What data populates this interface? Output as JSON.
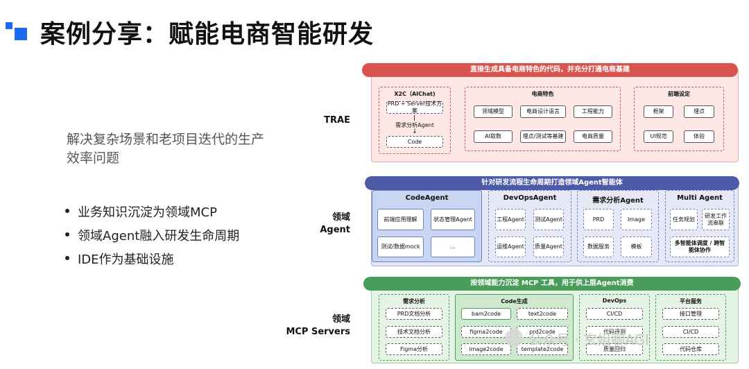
{
  "title": "案例分享：赋能电商智能研发",
  "intro": "解决复杂场景和老项目迭代的生产效率问题",
  "bullets": [
    "业务知识沉淀为领域MCP",
    "领域Agent融入研发生命周期",
    "IDE作为基础设施"
  ],
  "rows": {
    "trae": "TRAE",
    "agent_l1": "领域",
    "agent_l2": "Agent",
    "mcp_l1": "领域",
    "mcp_l2": "MCP Servers"
  },
  "trae_panel": {
    "banner": "直接生成具备电商特色的代码，并充分打通电商基建",
    "x2c": {
      "header": "X2C（AIChat)",
      "prd": "PRD + Server技术方案",
      "step": "需求分析Agent",
      "code": "Code"
    },
    "ec": {
      "header": "电商特色",
      "items": [
        "领域模型",
        "电商设计语言",
        "工程能力",
        "AI取数",
        "埋点/测试等基建",
        "电商质量"
      ]
    },
    "fe": {
      "header": "前端设定",
      "items": [
        "框架",
        "埋点",
        "UI规范",
        "体验"
      ]
    }
  },
  "agent_panel": {
    "banner": "针对研发流程生命周期打造领域Agent智能体",
    "groups": [
      {
        "header": "CodeAgent",
        "items": [
          "前端应用理解",
          "状态管理Agent",
          "测试/数据mock",
          "..."
        ]
      },
      {
        "header": "DevOpsAgent",
        "items": [
          "工程Agent",
          "测试Agent",
          "运维Agent",
          "质量Agent"
        ]
      },
      {
        "header": "需求分析Agent",
        "items": [
          "PRD",
          "Image",
          "数据服务",
          "模板"
        ]
      },
      {
        "header": "Multi Agent",
        "items": [
          "任务规划",
          "研发工作流串联",
          "多智能体调度 / 跨智能体协作"
        ]
      }
    ]
  },
  "mcp_panel": {
    "banner": "按领域能力沉淀 MCP 工具，用于供上层Agent消费",
    "req": {
      "header": "需求分析",
      "items": [
        "PRD文档分析",
        "技术文档分析",
        "Figma分析"
      ]
    },
    "code": {
      "header": "Code生成",
      "items": [
        "bam2code",
        "text2code",
        "figma2code",
        "prd2code",
        "image2code",
        "template2code"
      ]
    },
    "devops": {
      "header": "DevOps",
      "items": [
        "CI/CD",
        "代码评测",
        "质量回归"
      ]
    },
    "platform": {
      "header": "平台服务",
      "items": [
        "接口管理",
        "CI/CD",
        "代码仓库"
      ]
    }
  },
  "watermark": "公众号 · 玄姐聊AGI",
  "colors": {
    "accent": "#1a6bf0",
    "red": "#d9534f",
    "purple": "#4c5aa8",
    "green": "#4a9c5a"
  }
}
